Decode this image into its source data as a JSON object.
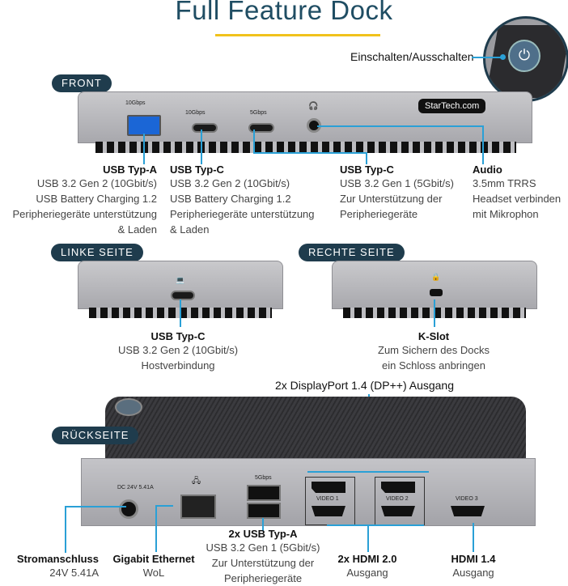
{
  "title": "Full Feature Dock",
  "power": {
    "label": "Einschalten/Ausschalten"
  },
  "sections": {
    "front": "FRONT",
    "left": "LINKE SEITE",
    "right": "RECHTE SEITE",
    "back": "RÜCKSEITE"
  },
  "brand": "StarTech.com",
  "front_ports": {
    "usb_a_speed": "10Gbps",
    "usbc1_speed": "10Gbps",
    "usbc2_speed": "5Gbps"
  },
  "front_labels": {
    "usba": {
      "title": "USB Typ-A",
      "lines": [
        "USB 3.2 Gen 2 (10Gbit/s)",
        "USB Battery Charging 1.2",
        "Peripheriegeräte unterstützung",
        "& Laden"
      ]
    },
    "usbc1": {
      "title": "USB Typ-C",
      "lines": [
        "USB 3.2 Gen 2 (10Gbit/s)",
        "USB Battery Charging 1.2",
        "Peripheriegeräte unterstützung",
        "& Laden"
      ]
    },
    "usbc2": {
      "title": "USB Typ-C",
      "lines": [
        "USB 3.2 Gen 1 (5Gbit/s)",
        "Zur Unterstützung der",
        "Peripheriegeräte"
      ]
    },
    "audio": {
      "title": "Audio",
      "lines": [
        "3.5mm TRRS",
        "Headset verbinden",
        "mit Mikrophon"
      ]
    }
  },
  "left_label": {
    "title": "USB Typ-C",
    "lines": [
      "USB 3.2 Gen 2 (10Gbit/s)",
      "Hostverbindung"
    ]
  },
  "right_label": {
    "title": "K-Slot",
    "lines": [
      "Zum Sichern des Docks",
      "ein Schloss anbringen"
    ]
  },
  "back": {
    "dp_label": "2x DisplayPort 1.4 (DP++) Ausgang",
    "dc_text": "DC 24V 5.41A",
    "usb_speed": "5Gbps",
    "video1": "VIDEO 1",
    "video2": "VIDEO 2",
    "video3": "VIDEO 3",
    "power": {
      "title": "Stromanschluss",
      "lines": [
        "24V 5.41A"
      ]
    },
    "ethernet": {
      "title": "Gigabit Ethernet",
      "lines": [
        "WoL"
      ]
    },
    "usba": {
      "title": "2x USB Typ-A",
      "lines": [
        "USB 3.2 Gen 1 (5Gbit/s)",
        "Zur Unterstützung der",
        "Peripheriegeräte"
      ]
    },
    "hdmi2": {
      "title": "2x HDMI 2.0",
      "lines": [
        "Ausgang"
      ]
    },
    "hdmi14": {
      "title": "HDMI 1.4",
      "lines": [
        "Ausgang"
      ]
    }
  },
  "colors": {
    "accent_line": "#2aa0d6",
    "title": "#1f4d63",
    "pill": "#1f3c4d",
    "underline": "#f1c21b"
  }
}
